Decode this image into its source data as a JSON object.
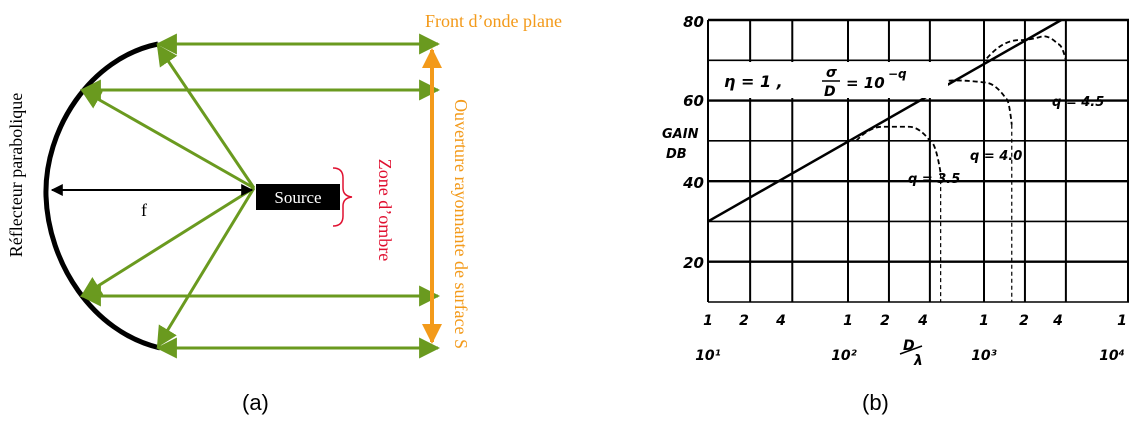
{
  "panel_a": {
    "label": "(a)",
    "wavefront": "Front d’onde plane",
    "reflector": "Réflecteur parabolique",
    "aperture": "Ouverture rayonnante de surface S",
    "source": "Source",
    "shadow": "Zone d’ombre",
    "focal": "f",
    "colors": {
      "rays": "#6a9a1f",
      "aperture": "#f39a1a",
      "shadow": "#e01030",
      "reflector": "#000000"
    }
  },
  "panel_b": {
    "label": "(b)",
    "ylabel_top": "GAIN",
    "ylabel_bottom": "DB",
    "y_ticks": [
      "80",
      "60",
      "40",
      "20"
    ],
    "x_ticks_top": [
      "1",
      "2",
      "4",
      "1",
      "2",
      "4",
      "1",
      "2",
      "4",
      "1"
    ],
    "x_decades": [
      "10¹",
      "10²",
      "10³",
      "10⁴"
    ],
    "xlabel_num": "D",
    "xlabel_den": "λ",
    "formula": {
      "eta": "η = 1 ,",
      "frac_num": "σ",
      "frac_den": "D",
      "rhs": "= 10",
      "exp": "−q"
    },
    "curves": [
      "q = 3.5",
      "q = 4.0",
      "q = 4.5"
    ]
  },
  "chart_data": {
    "type": "line",
    "x_scale": "log",
    "xlim": [
      10,
      10000
    ],
    "ylim": [
      10,
      80
    ],
    "ylabel": "GAIN DB",
    "xlabel": "D/λ",
    "grid": true,
    "series": [
      {
        "name": "η = 1",
        "x": [
          10,
          3700
        ],
        "y": [
          30,
          80
        ]
      },
      {
        "name": "q = 3.5",
        "x": [
          115,
          180,
          280,
          400,
          480
        ],
        "y": [
          50,
          53.5,
          53.5,
          50,
          42
        ]
      },
      {
        "name": "q = 4.0",
        "x": [
          340,
          600,
          1000,
          1450,
          1600
        ],
        "y": [
          61.5,
          65,
          64.5,
          60.5,
          54
        ]
      },
      {
        "name": "q = 4.5",
        "x": [
          1050,
          1800,
          2700,
          3500,
          4000
        ],
        "y": [
          70.5,
          75,
          76,
          74,
          70
        ]
      }
    ]
  }
}
